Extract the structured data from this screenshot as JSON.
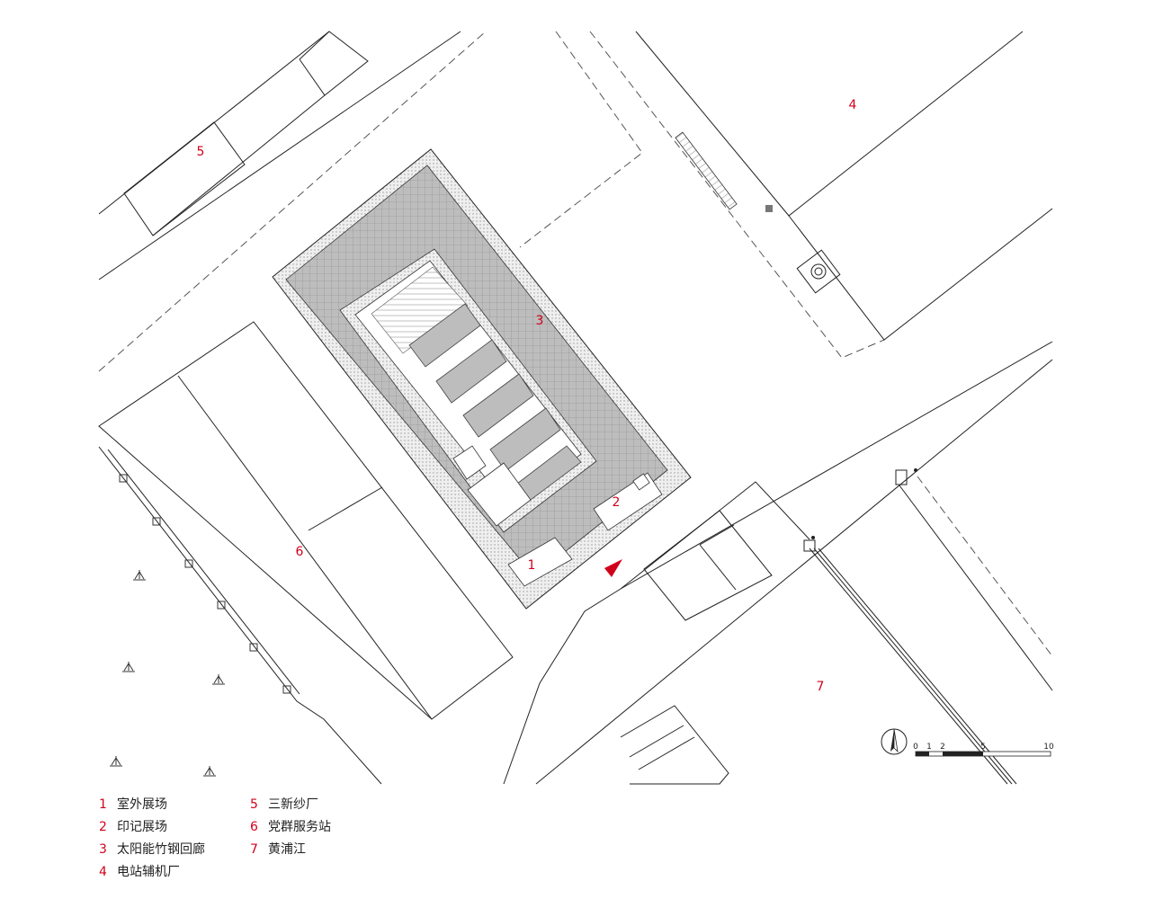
{
  "site_labels": {
    "exhibition_yard": "1",
    "imprint_exhibit": "2",
    "solar_corridor": "3",
    "power_plant": "4",
    "sanxin_mill": "5",
    "service_station": "6",
    "huangpu_river": "7"
  },
  "scale_bar": {
    "ticks": [
      "0",
      "1",
      "2",
      "5",
      "10"
    ]
  },
  "legend": [
    {
      "num": "1",
      "label": "室外展场"
    },
    {
      "num": "2",
      "label": "印记展场"
    },
    {
      "num": "3",
      "label": "太阳能竹钢回廊"
    },
    {
      "num": "4",
      "label": "电站辅机厂"
    },
    {
      "num": "5",
      "label": "三新纱厂"
    },
    {
      "num": "6",
      "label": "党群服务站"
    },
    {
      "num": "7",
      "label": "黄浦江"
    }
  ],
  "colors": {
    "accent": "#d0021b",
    "roof_fill": "#c8c8c8",
    "line": "#222222"
  }
}
